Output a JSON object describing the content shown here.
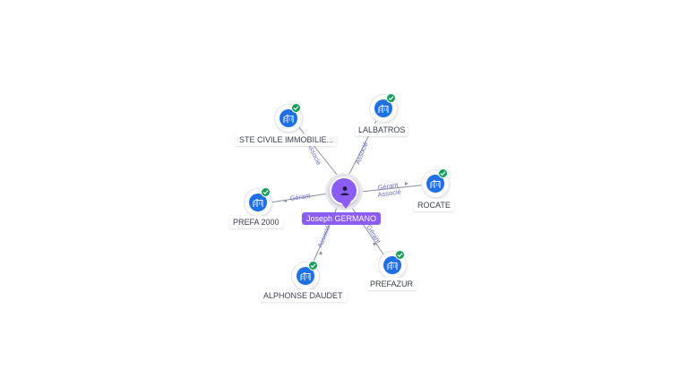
{
  "center": {
    "name": "Joseph GERMANO",
    "icon": "person-icon",
    "color": "#8b5cf6"
  },
  "companies": [
    {
      "name": "STE CIVILE IMMOBILIE...",
      "icon": "building-icon",
      "verified": true
    },
    {
      "name": "LALBATROS",
      "icon": "building-icon",
      "verified": true
    },
    {
      "name": "ROCATE",
      "icon": "building-icon",
      "verified": true
    },
    {
      "name": "PREFA 2000",
      "icon": "building-icon",
      "verified": true
    },
    {
      "name": "ALPHONSE DAUDET",
      "icon": "building-icon",
      "verified": true
    },
    {
      "name": "PREFAZUR",
      "icon": "building-icon",
      "verified": true
    }
  ],
  "relations": {
    "ste_civile": "Associé",
    "lalbatros": "Associé",
    "rocate_1": "Gérant",
    "rocate_2": "Associé",
    "prefa2000": "Gérant",
    "alphonse": "Associé",
    "prefazur": "Gérant"
  },
  "colors": {
    "company": "#1f6fe5",
    "verified": "#15a05a",
    "edge": "#8a8fa3",
    "edge_label": "#6d6fd0"
  }
}
